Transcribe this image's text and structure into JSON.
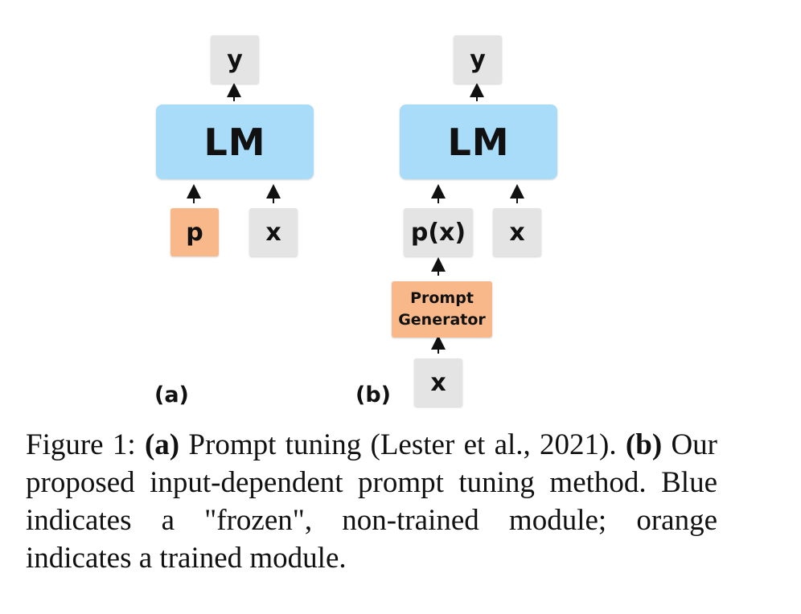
{
  "panel_a": {
    "output_label": "y",
    "model_label": "LM",
    "prompt_label": "p",
    "input_label": "x",
    "panel_label": "(a)"
  },
  "panel_b": {
    "output_label": "y",
    "model_label": "LM",
    "prompt_label": "p(x)",
    "input_label": "x",
    "generator_line1": "Prompt",
    "generator_line2": "Generator",
    "generator_input_label": "x",
    "panel_label": "(b)"
  },
  "caption": {
    "prefix": "Figure 1: ",
    "a_mark": "(a)",
    "a_text": " Prompt tuning (Lester et al., 2021). ",
    "b_mark": "(b)",
    "b_text": " Our proposed input-dependent prompt tuning method.  Blue indicates a \"frozen\", non-trained module; orange indicates a trained module."
  },
  "colors": {
    "frozen": "#a8dcf8",
    "trained": "#f9b889",
    "neutral": "#e4e4e4"
  }
}
